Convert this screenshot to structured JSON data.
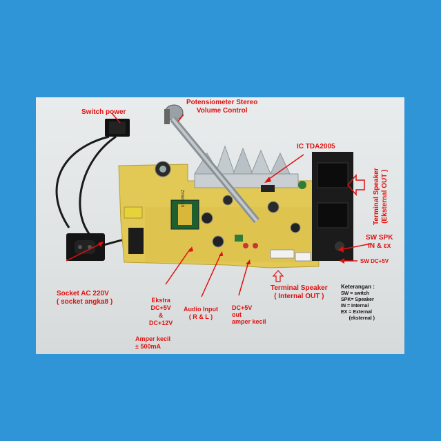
{
  "labels": {
    "switch_power": "Switch power",
    "potensiometer": "Potensiometer Stereo\nVolume Control",
    "ic": "IC TDA2005",
    "terminal_ext": "Terminal Speaker\n(Eksternal OUT )",
    "sw_spk": "SW SPK\nIN & ɛx",
    "sw_dc": "SW DC+5V",
    "socket_ac": "Socket AC 220V\n( socket angka8 )",
    "ekstra": "Ekstra\nDC+5V\n&\nDC+12V",
    "amper_500": "Amper kecil\n± 500mA",
    "audio_input": "Audio Input\n( R & L )",
    "dc5_out": "DC+5V\nout\namper kecil",
    "terminal_int": "Terminal Speaker\n( Internal OUT )"
  },
  "legend": {
    "title": "Keterangan :",
    "items": [
      "SW = switch",
      "SPK= Speaker",
      "IN = Internal",
      "EX = External",
      "      (eksternal )"
    ]
  },
  "board_text": {
    "transformer": "UTK0R4Z"
  },
  "colors": {
    "background": "#2f95d6",
    "label_red": "#e01010",
    "pcb_yellow": "#e2c955",
    "heatsink": "#c9cfd3"
  }
}
